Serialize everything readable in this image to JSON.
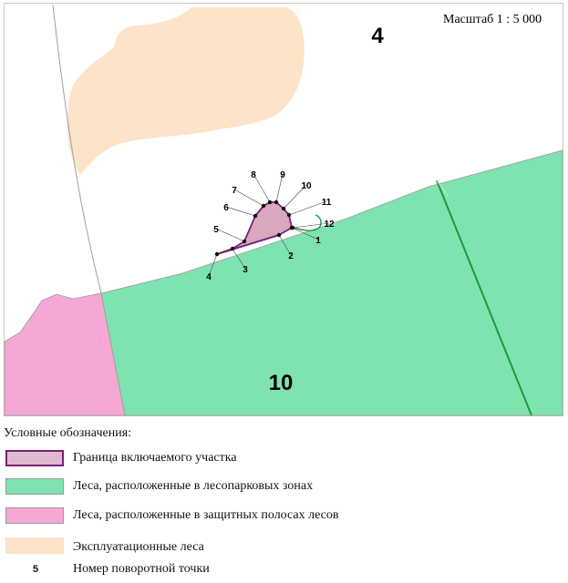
{
  "scale_label": "Масштаб 1 : 5 000",
  "zones": {
    "top": "4",
    "bottom": "10"
  },
  "points": [
    "1",
    "2",
    "3",
    "4",
    "5",
    "6",
    "7",
    "8",
    "9",
    "10",
    "11",
    "12"
  ],
  "legend": {
    "title": "Условные обозначения:",
    "items": [
      {
        "label": "Граница включаемого участка",
        "fill": "#e0b8cf",
        "stroke": "#7a1f78"
      },
      {
        "label": "Леса, расположенные в лесопарковых зонах",
        "fill": "#7fe3b0",
        "stroke": "#9a9a9a"
      },
      {
        "label": "Леса, расположенные в защитных полосах лесов",
        "fill": "#f6a8d4",
        "stroke": "#9a9a9a"
      },
      {
        "label": "Эксплуатационные леса",
        "fill": "#fde3c7",
        "stroke": "#fde3c7"
      }
    ],
    "point_sample": "5",
    "point_label": "Номер поворотной точки"
  },
  "colors": {
    "green_forest": "#7fe3b0",
    "pink_forest": "#f6a8d4",
    "beige_forest": "#fde3c7",
    "parcel_fill": "#d9a7be",
    "parcel_border": "#7a1f78",
    "dark_green_line": "#1a9a3a"
  }
}
